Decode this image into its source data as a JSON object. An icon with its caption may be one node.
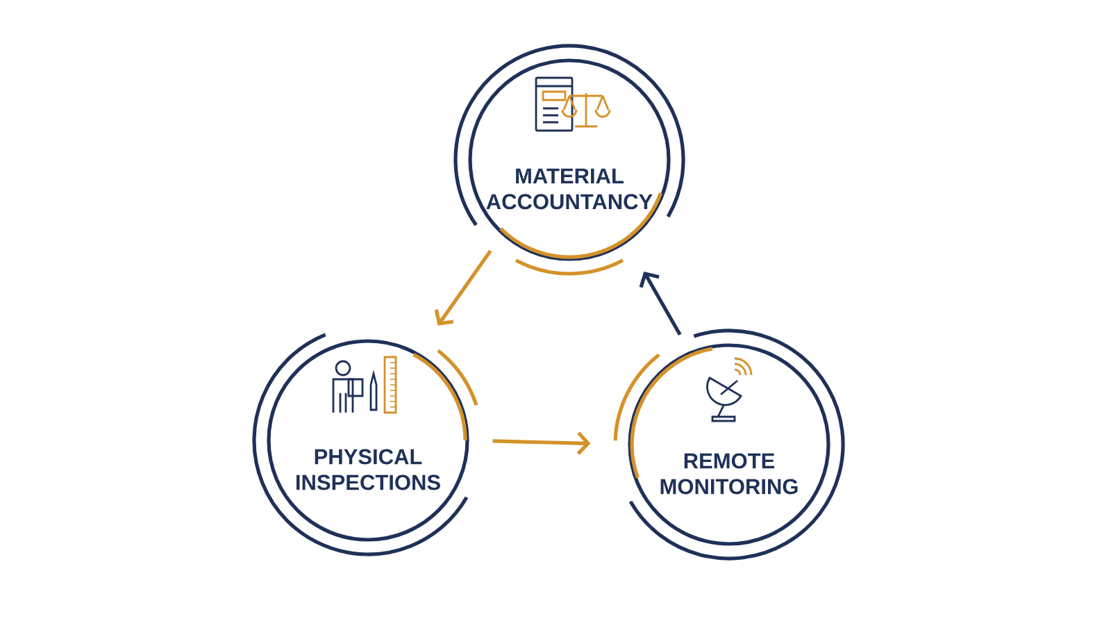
{
  "diagram": {
    "nodes": [
      {
        "text": [
          "MATERIAL ACCOUNTANCY"
        ]
      },
      {
        "text": [
          "PHYSICAL INSPECTIONS"
        ]
      },
      {
        "text": [
          "REMOTE MONITORING"
        ]
      }
    ],
    "edges": [
      {
        "from": 0,
        "to": 1,
        "arrow": "to"
      },
      {
        "from": 1,
        "to": 2,
        "arrow": "to"
      },
      {
        "from": 2,
        "to": 0,
        "arrow": "to",
        "color": "#1f3158"
      }
    ]
  }
}
